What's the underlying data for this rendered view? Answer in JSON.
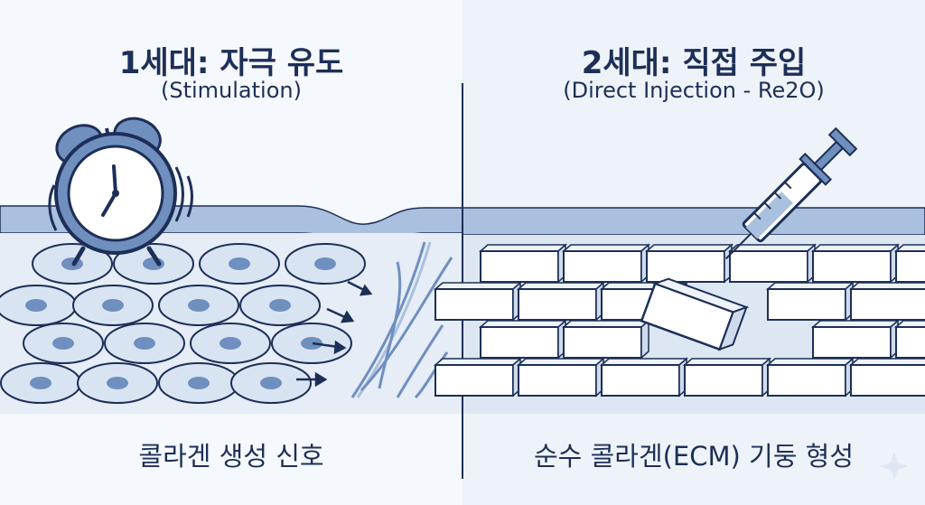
{
  "left_panel": {
    "title": "1세대: 자극 유도",
    "subtitle": "(Stimulation)",
    "caption": "콜라겐 생성 신호"
  },
  "right_panel": {
    "title": "2세대: 직접 주입",
    "subtitle": "(Direct Injection - Re2O)",
    "caption": "순수 콜라겐(ECM) 기둥 형성"
  },
  "colors": {
    "ink": "#1d2f57",
    "skin_layer": "#a9c0de",
    "cell_fill": "#d9e4f2",
    "nucleus": "#6f8fbf",
    "brick_fill": "#ffffff",
    "background": "#f3f6fb"
  },
  "icons": [
    "alarm-clock-icon",
    "syringe-icon",
    "arrow-icon",
    "collagen-fiber-icon",
    "brick-icon",
    "sparkle-icon"
  ]
}
